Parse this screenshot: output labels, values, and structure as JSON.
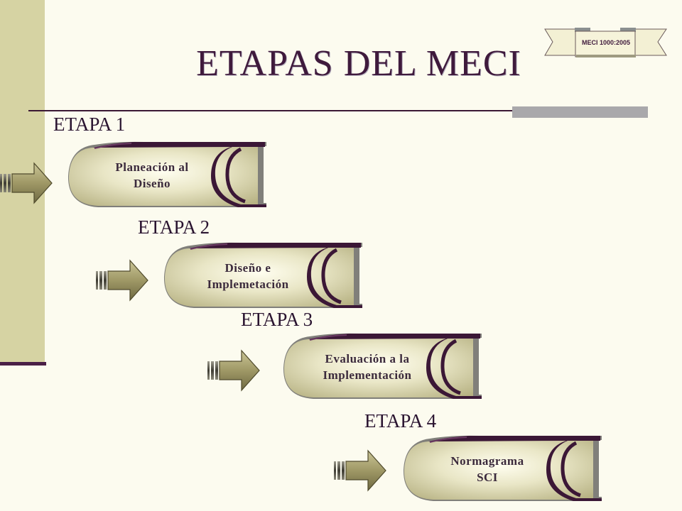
{
  "title": "ETAPAS DEL MECI",
  "badge": {
    "label": "MECI 1000:2005"
  },
  "stages": [
    {
      "label": "ETAPA 1",
      "line1": "Planeación al",
      "line2": "Diseño"
    },
    {
      "label": "ETAPA 2",
      "line1": "Diseño e",
      "line2": "Implemetación"
    },
    {
      "label": "ETAPA 3",
      "line1": "Evaluación a la",
      "line2": "Implementación"
    },
    {
      "label": "ETAPA 4",
      "line1": "Normagrama",
      "line2": "SCI"
    }
  ],
  "colors": {
    "background": "#fcfbef",
    "band": "#d6d3a3",
    "accent": "#3f1a3c",
    "scroll_fill": "#d4d0a0",
    "arrow_fill": "#a8a170"
  }
}
